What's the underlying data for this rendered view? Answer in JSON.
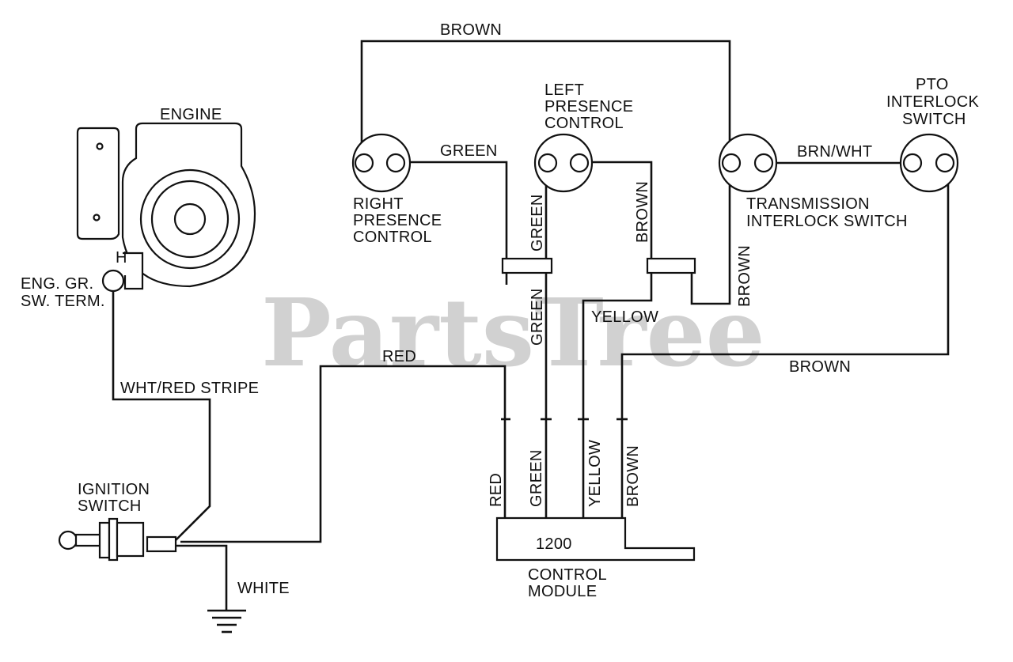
{
  "watermark": "PartsTree",
  "components": {
    "engine": "ENGINE",
    "eng_gr_sw_term_line1": "ENG. GR.",
    "eng_gr_sw_term_line2": "SW. TERM.",
    "ignition_switch_line1": "IGNITION",
    "ignition_switch_line2": "SWITCH",
    "right_presence_line1": "RIGHT",
    "right_presence_line2": "PRESENCE",
    "right_presence_line3": "CONTROL",
    "left_presence_line1": "LEFT",
    "left_presence_line2": "PRESENCE",
    "left_presence_line3": "CONTROL",
    "transmission_line1": "TRANSMISSION",
    "transmission_line2": "INTERLOCK SWITCH",
    "pto_line1": "PTO",
    "pto_line2": "INTERLOCK",
    "pto_line3": "SWITCH",
    "control_module_number": "1200",
    "control_module_line1": "CONTROL",
    "control_module_line2": "MODULE",
    "engine_h_mark": "H"
  },
  "wires": {
    "brown_top": "BROWN",
    "green_right_to_left": "GREEN",
    "green_vertical_upper": "GREEN",
    "brown_left_vertical": "BROWN",
    "brn_wht": "BRN/WHT",
    "brown_transmission_vertical": "BROWN",
    "yellow": "YELLOW",
    "green_vertical_middle": "GREEN",
    "red_top": "RED",
    "brown_pto": "BROWN",
    "wht_red_stripe": "WHT/RED STRIPE",
    "white": "WHITE",
    "red_module": "RED",
    "green_module": "GREEN",
    "yellow_module": "YELLOW",
    "brown_module": "BROWN"
  }
}
